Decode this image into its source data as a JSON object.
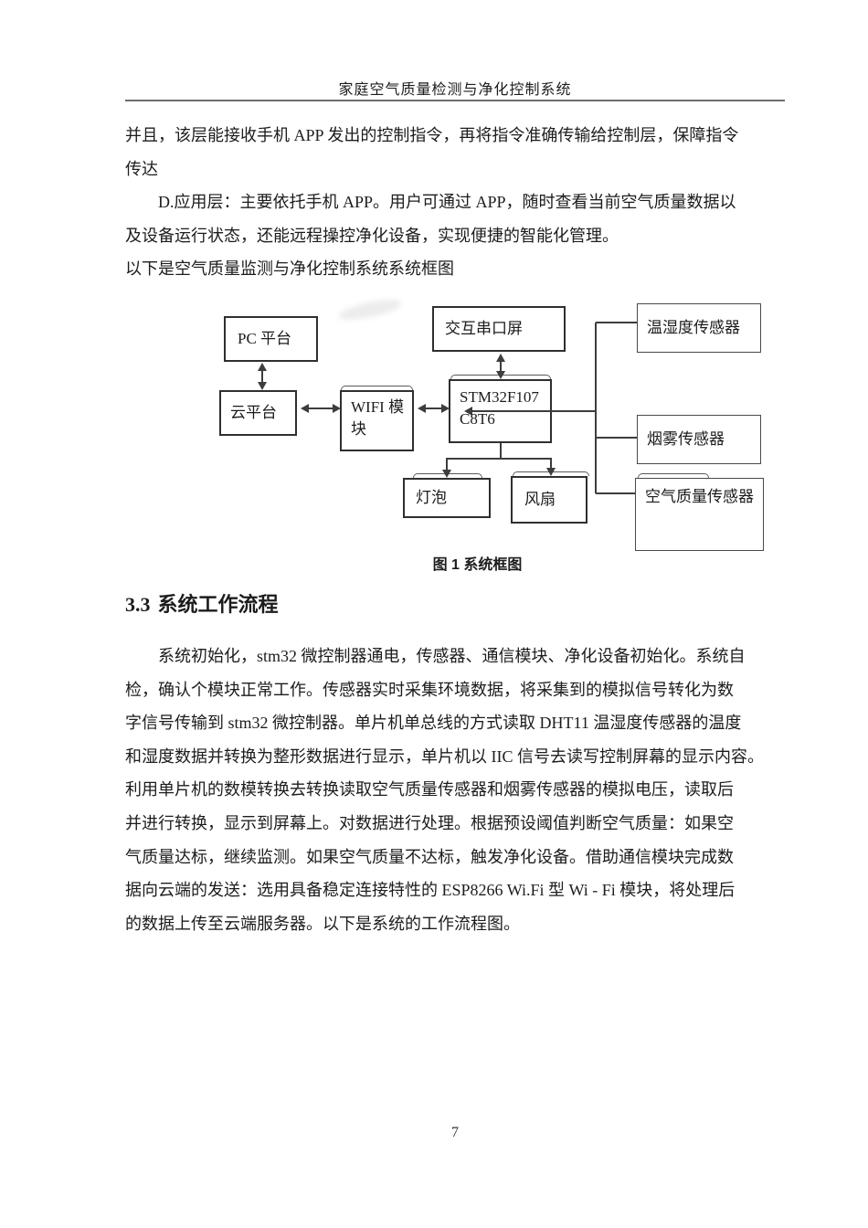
{
  "header": {
    "title": "家庭空气质量检测与净化控制系统"
  },
  "paragraphs": {
    "continuation": "并且，该层能接收手机 APP 发出的控制指令，再将指令准确传输给控制层，保障指令\n传达",
    "application_layer": "D.应用层：主要依托手机 APP。用户可通过 APP，随时查看当前空气质量数据以\n及设备运行状态，还能远程操控净化设备，实现便捷的智能化管理。",
    "diagram_intro": "以下是空气质量监测与净化控制系统系统框图",
    "workflow": "系统初始化，stm32 微控制器通电，传感器、通信模块、净化设备初始化。系统自\n检，确认个模块正常工作。传感器实时采集环境数据，将采集到的模拟信号转化为数\n字信号传输到 stm32 微控制器。单片机单总线的方式读取 DHT11 温湿度传感器的温度\n和湿度数据并转换为整形数据进行显示，单片机以 IIC 信号去读写控制屏幕的显示内容。\n利用单片机的数模转换去转换读取空气质量传感器和烟雾传感器的模拟电压，读取后\n并进行转换，显示到屏幕上。对数据进行处理。根据预设阈值判断空气质量：如果空\n气质量达标，继续监测。如果空气质量不达标，触发净化设备。借助通信模块完成数\n据向云端的发送：选用具备稳定连接特性的 ESP8266 Wi.Fi 型 Wi - Fi 模块，将处理后\n的数据上传至云端服务器。以下是系统的工作流程图。"
  },
  "section": {
    "number": "3.3",
    "title": "系统工作流程"
  },
  "diagram": {
    "caption": "图 1  系统框图",
    "boxes": {
      "pc": "PC 平台",
      "cloud": "云平台",
      "wifi": "WIFI 模\n块",
      "screen": "交互串口屏",
      "mcu": "STM32F107\nC8T6",
      "temp": "温湿度传感器",
      "smoke": "烟雾传感器",
      "air": "空气质量传感器",
      "bulb": "灯泡",
      "fan": "风扇"
    }
  },
  "footer": {
    "page_number": "7"
  },
  "colors": {
    "text": "#1c1c1c",
    "diagram_line": "#3d3d3d",
    "header_rule": "#6e6e6e",
    "background": "#ffffff"
  }
}
